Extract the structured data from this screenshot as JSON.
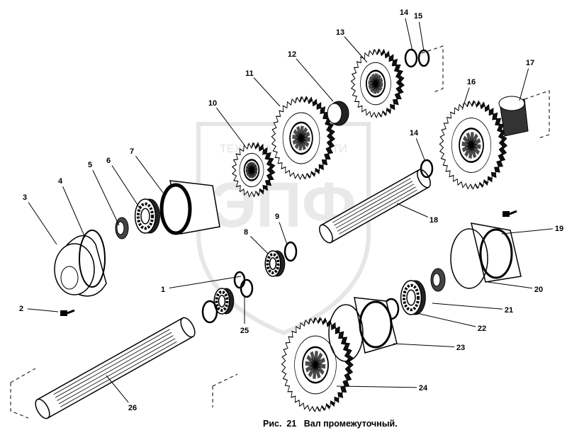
{
  "caption": {
    "figure": "Рис.  21",
    "title": "Вал промежуточный."
  },
  "watermark": {
    "text": "ТЕХНИКА И ЗАПЧАСТИ",
    "logo": "ЭПФ"
  },
  "callouts": [
    "1",
    "2",
    "3",
    "4",
    "5",
    "6",
    "7",
    "8",
    "9",
    "10",
    "11",
    "12",
    "13",
    "14",
    "15",
    "16",
    "17",
    "14",
    "18",
    "19",
    "20",
    "21",
    "22",
    "23",
    "24",
    "25",
    "26"
  ],
  "colors": {
    "ink": "#000000",
    "watermark": "#d9d9d9",
    "paper": "#ffffff"
  }
}
